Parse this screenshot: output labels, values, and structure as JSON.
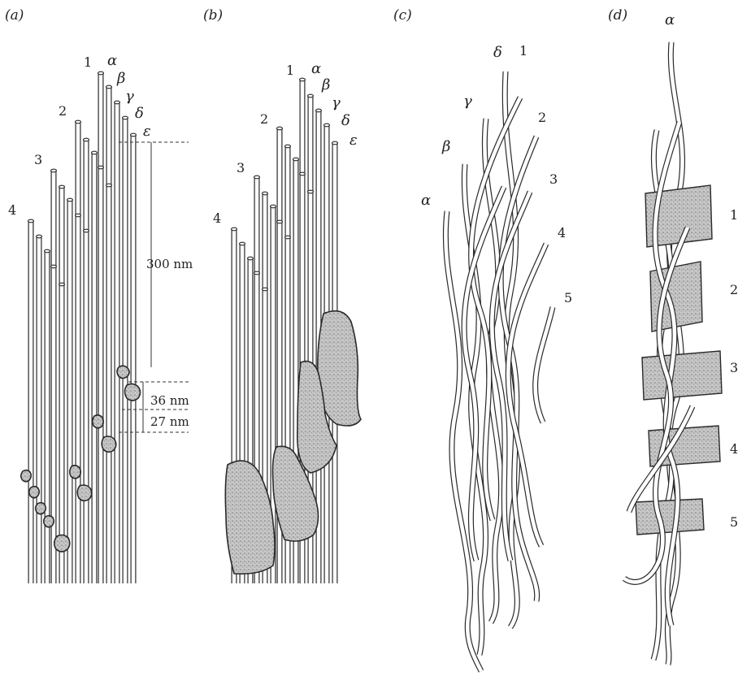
{
  "panels": [
    {
      "id": "a",
      "label": "(a)",
      "row_labels": [
        "1",
        "2",
        "3",
        "4"
      ],
      "strand_labels": [
        "α",
        "β",
        "γ",
        "δ",
        "ε"
      ],
      "dimensions": [
        "300 nm",
        "36 nm",
        "27 nm"
      ]
    },
    {
      "id": "b",
      "label": "(b)",
      "row_labels": [
        "1",
        "2",
        "3",
        "4"
      ],
      "strand_labels": [
        "α",
        "β",
        "γ",
        "δ",
        "ε"
      ]
    },
    {
      "id": "c",
      "label": "(c)",
      "row_labels": [
        "1",
        "2",
        "3",
        "4",
        "5"
      ],
      "strand_labels": [
        "δ",
        "γ",
        "β",
        "α"
      ]
    },
    {
      "id": "d",
      "label": "(d)",
      "strand_labels": [
        "α"
      ],
      "row_labels": [
        "1",
        "2",
        "3",
        "4",
        "5"
      ]
    }
  ],
  "colors": {
    "ink": "#2a2a2a",
    "stipple": "#b9b9b9",
    "background": "#ffffff"
  }
}
